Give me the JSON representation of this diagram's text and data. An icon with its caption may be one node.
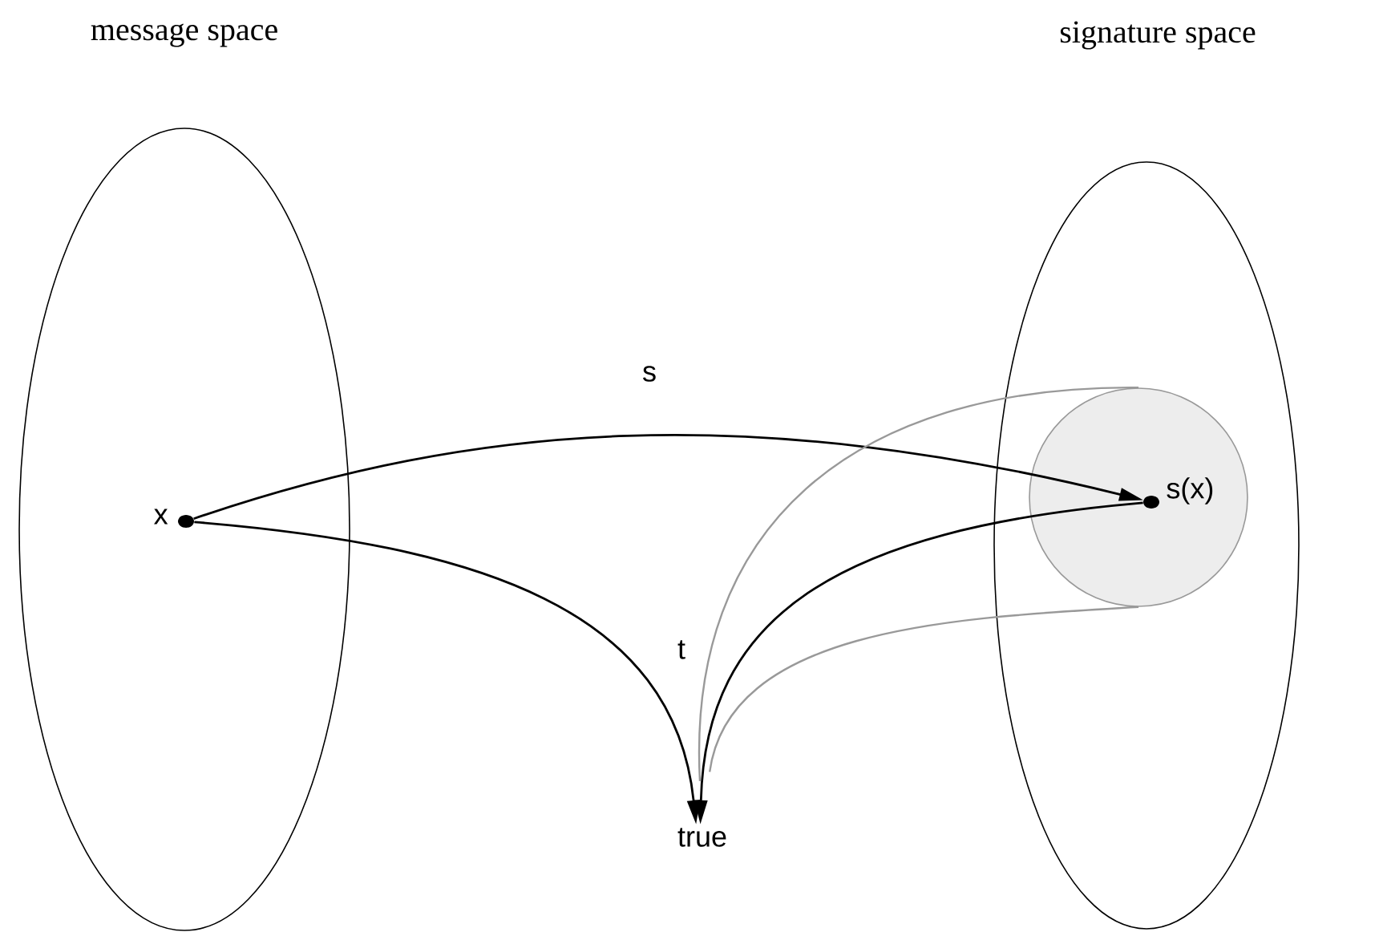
{
  "diagram": {
    "nodes": [
      {
        "text": [
          "message space"
        ]
      },
      {
        "text": [
          "signature space"
        ]
      },
      {
        "text": [],
        "shape": "circle",
        "in": 0,
        "beside": [
          "x"
        ]
      },
      {
        "text": [],
        "shape": "circle",
        "in": 1
      },
      {
        "text": [],
        "shape": "circle",
        "in": 3,
        "beside": [
          "s(x)"
        ]
      },
      {
        "text": [
          "true"
        ]
      }
    ],
    "edges": [
      {
        "from": 2,
        "to": 4,
        "arrow": "to",
        "label": "s"
      },
      {
        "from": 2,
        "to": 5,
        "arrow": "to"
      },
      {
        "from": 4,
        "to": 5,
        "arrow": "to",
        "label": "t"
      },
      {
        "from": 3,
        "to": 5,
        "arrow": "none",
        "color": "#999999"
      },
      {
        "from": 3,
        "to": 5,
        "arrow": "none",
        "color": "#999999"
      }
    ]
  }
}
